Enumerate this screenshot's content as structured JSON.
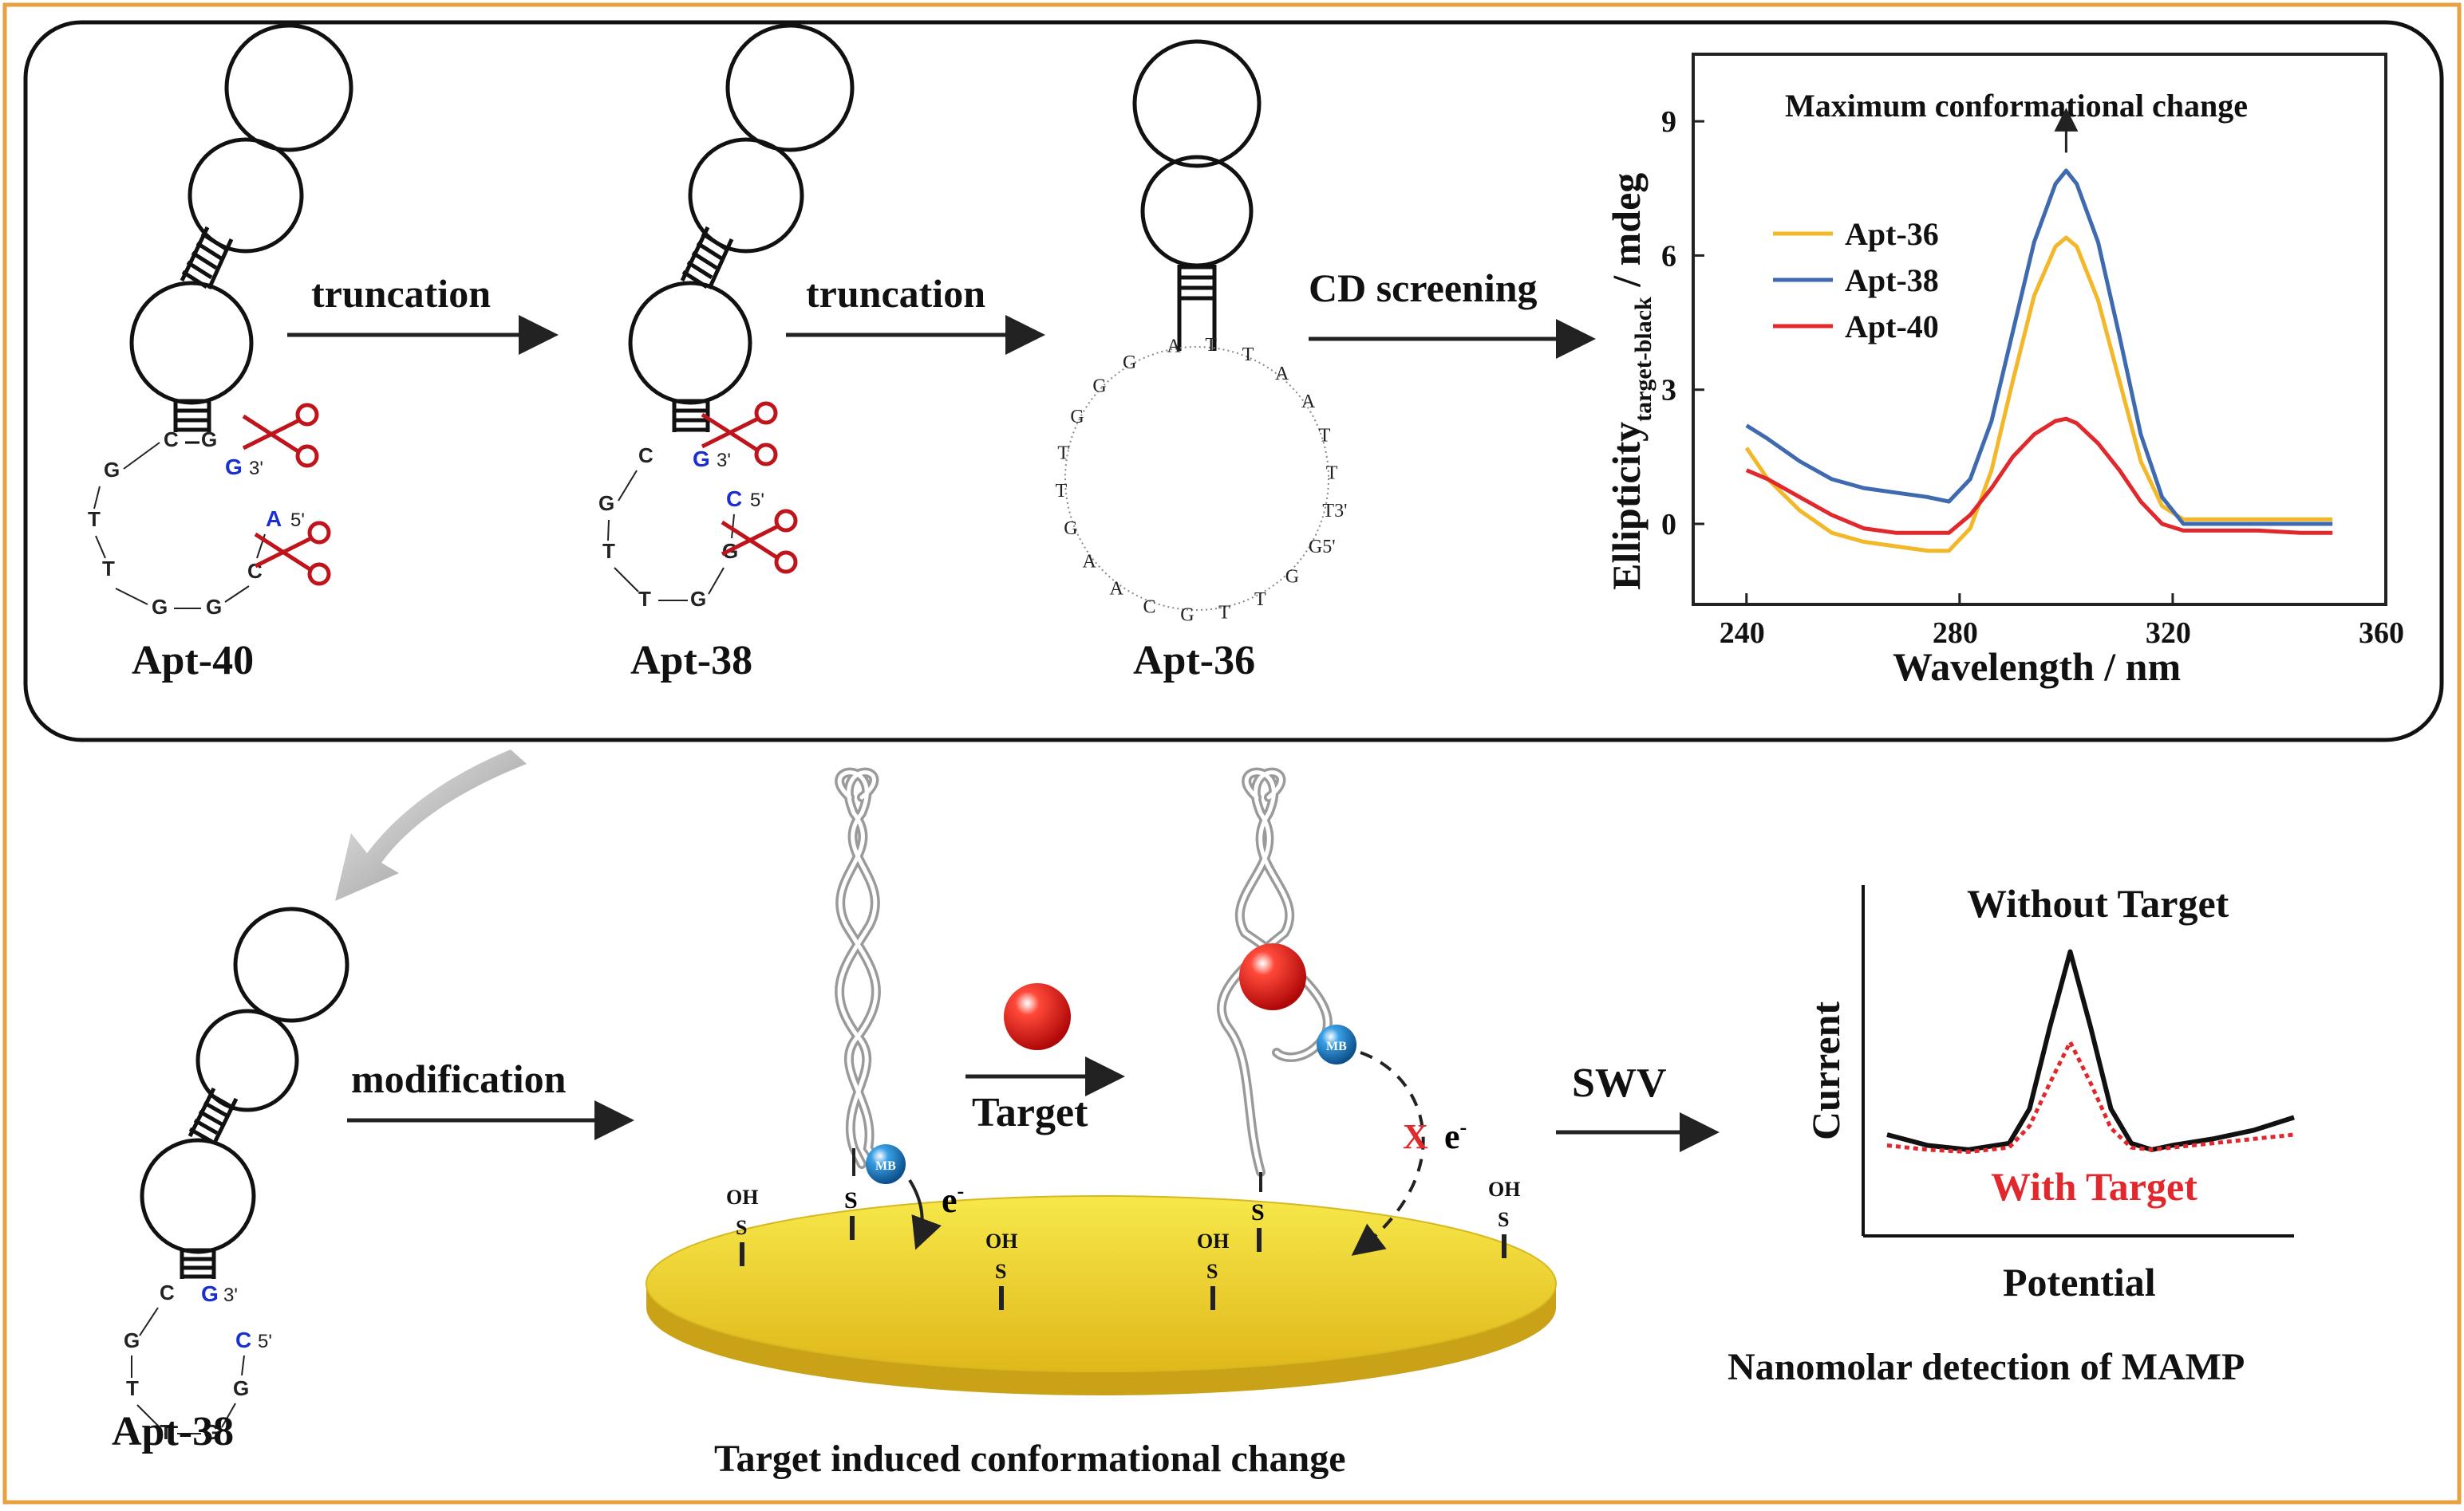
{
  "colors": {
    "frame": "#e8a040",
    "apt36": "#f2b82a",
    "apt38": "#3f6ab0",
    "apt40": "#e0282d",
    "gold": "#f3dc2a",
    "target_ball": "#e81a1a",
    "mb": "#1f7fc2",
    "with_target": "#e0282d"
  },
  "top_panel": {
    "apt40_label": "Apt-40",
    "apt38_label": "Apt-38",
    "apt36_label": "Apt-36",
    "arrow1_label": "truncation",
    "arrow2_label": "truncation",
    "arrow3_label": "CD screening",
    "apt40_nts": {
      "c": "C",
      "g": "G",
      "g_blue": "G",
      "end3": "3'",
      "a_blue": "A",
      "end5": "5'",
      "c2": "C",
      "g2": "G",
      "t1": "T",
      "t2": "T",
      "g3": "G",
      "g4": "G"
    },
    "apt38_nts": {
      "c": "C",
      "g_blue": "G",
      "end3": "3'",
      "c_blue": "C",
      "end5": "5'",
      "g1": "G",
      "t1": "T",
      "t2": "T",
      "g2": "G",
      "g3": "G"
    },
    "apt36_seq": [
      "A",
      "T",
      "T",
      "A",
      "A",
      "T",
      "T",
      "T3'",
      "G5'",
      "G",
      "T",
      "T",
      "G",
      "C",
      "A",
      "A",
      "G",
      "T",
      "T",
      "G",
      "G",
      "G"
    ]
  },
  "bottom_panel": {
    "apt38_label": "Apt-38",
    "apt38_nts": {
      "c": "C",
      "g_blue": "G",
      "end3": "3'",
      "c_blue": "C",
      "end5": "5'",
      "g1": "G",
      "t1": "T",
      "t2": "T",
      "g2": "G",
      "g3": "G"
    },
    "modification_label": "modification",
    "target_label": "Target",
    "swv_label": "SWV",
    "mb_label": "MB",
    "electron_label": "e",
    "electron_sup": "-",
    "oh_label": "OH",
    "s_label": "S",
    "blocked_mark": "X",
    "caption": "Target induced conformational change",
    "detection_caption": "Nanomolar detection of MAMP"
  },
  "chart_data": [
    {
      "type": "line",
      "title": "Maximum conformational change",
      "xlabel": "Wavelength / nm",
      "ylabel": "Ellipticity",
      "ylabel_sub": "target-black",
      "ylabel_unit": " / mdeg",
      "xlim": [
        230,
        360
      ],
      "ylim": [
        -1.8,
        10.5
      ],
      "xticks": [
        240,
        280,
        320,
        360
      ],
      "yticks": [
        0,
        3,
        6,
        9
      ],
      "legend_position": "upper-left",
      "series": [
        {
          "name": "Apt-36",
          "color": "#f2b82a",
          "x": [
            240,
            244,
            250,
            256,
            262,
            268,
            274,
            278,
            282,
            286,
            290,
            294,
            298,
            300,
            302,
            306,
            310,
            314,
            318,
            322,
            328,
            336,
            344,
            350
          ],
          "y": [
            1.7,
            1.0,
            0.3,
            -0.2,
            -0.4,
            -0.5,
            -0.6,
            -0.6,
            -0.1,
            1.2,
            3.2,
            5.1,
            6.2,
            6.4,
            6.2,
            5.0,
            3.2,
            1.4,
            0.4,
            0.1,
            0.1,
            0.1,
            0.1,
            0.1
          ]
        },
        {
          "name": "Apt-38",
          "color": "#3f6ab0",
          "x": [
            240,
            244,
            250,
            256,
            262,
            268,
            274,
            278,
            282,
            286,
            290,
            294,
            298,
            300,
            302,
            306,
            310,
            314,
            318,
            322,
            328,
            336,
            344,
            350
          ],
          "y": [
            2.2,
            1.9,
            1.4,
            1.0,
            0.8,
            0.7,
            0.6,
            0.5,
            1.0,
            2.3,
            4.3,
            6.3,
            7.6,
            7.9,
            7.6,
            6.3,
            4.2,
            2.0,
            0.6,
            0.0,
            0.0,
            0.0,
            0.0,
            0.0
          ]
        },
        {
          "name": "Apt-40",
          "color": "#e0282d",
          "x": [
            240,
            244,
            250,
            256,
            262,
            268,
            274,
            278,
            282,
            286,
            290,
            294,
            298,
            300,
            302,
            306,
            310,
            314,
            318,
            322,
            328,
            336,
            344,
            350
          ],
          "y": [
            1.2,
            1.0,
            0.6,
            0.2,
            -0.1,
            -0.2,
            -0.2,
            -0.2,
            0.2,
            0.8,
            1.5,
            2.0,
            2.3,
            2.35,
            2.25,
            1.8,
            1.2,
            0.5,
            0.0,
            -0.15,
            -0.15,
            -0.15,
            -0.2,
            -0.2
          ]
        }
      ]
    },
    {
      "type": "line",
      "xlabel": "Potential",
      "ylabel": "Current",
      "series": [
        {
          "name": "Without Target",
          "color": "#111111",
          "x": [
            0,
            0.1,
            0.2,
            0.3,
            0.35,
            0.4,
            0.45,
            0.5,
            0.55,
            0.6,
            0.65,
            0.7,
            0.8,
            0.9,
            1.0
          ],
          "y": [
            0.1,
            0.05,
            0.03,
            0.06,
            0.22,
            0.6,
            0.95,
            0.6,
            0.22,
            0.06,
            0.03,
            0.05,
            0.08,
            0.12,
            0.18
          ]
        },
        {
          "name": "With Target",
          "color": "#e0282d",
          "dashed": true,
          "x": [
            0,
            0.1,
            0.2,
            0.3,
            0.35,
            0.4,
            0.45,
            0.5,
            0.55,
            0.6,
            0.65,
            0.7,
            0.8,
            0.9,
            1.0
          ],
          "y": [
            0.05,
            0.03,
            0.02,
            0.04,
            0.14,
            0.34,
            0.53,
            0.34,
            0.13,
            0.04,
            0.03,
            0.04,
            0.06,
            0.08,
            0.1
          ]
        }
      ]
    }
  ]
}
